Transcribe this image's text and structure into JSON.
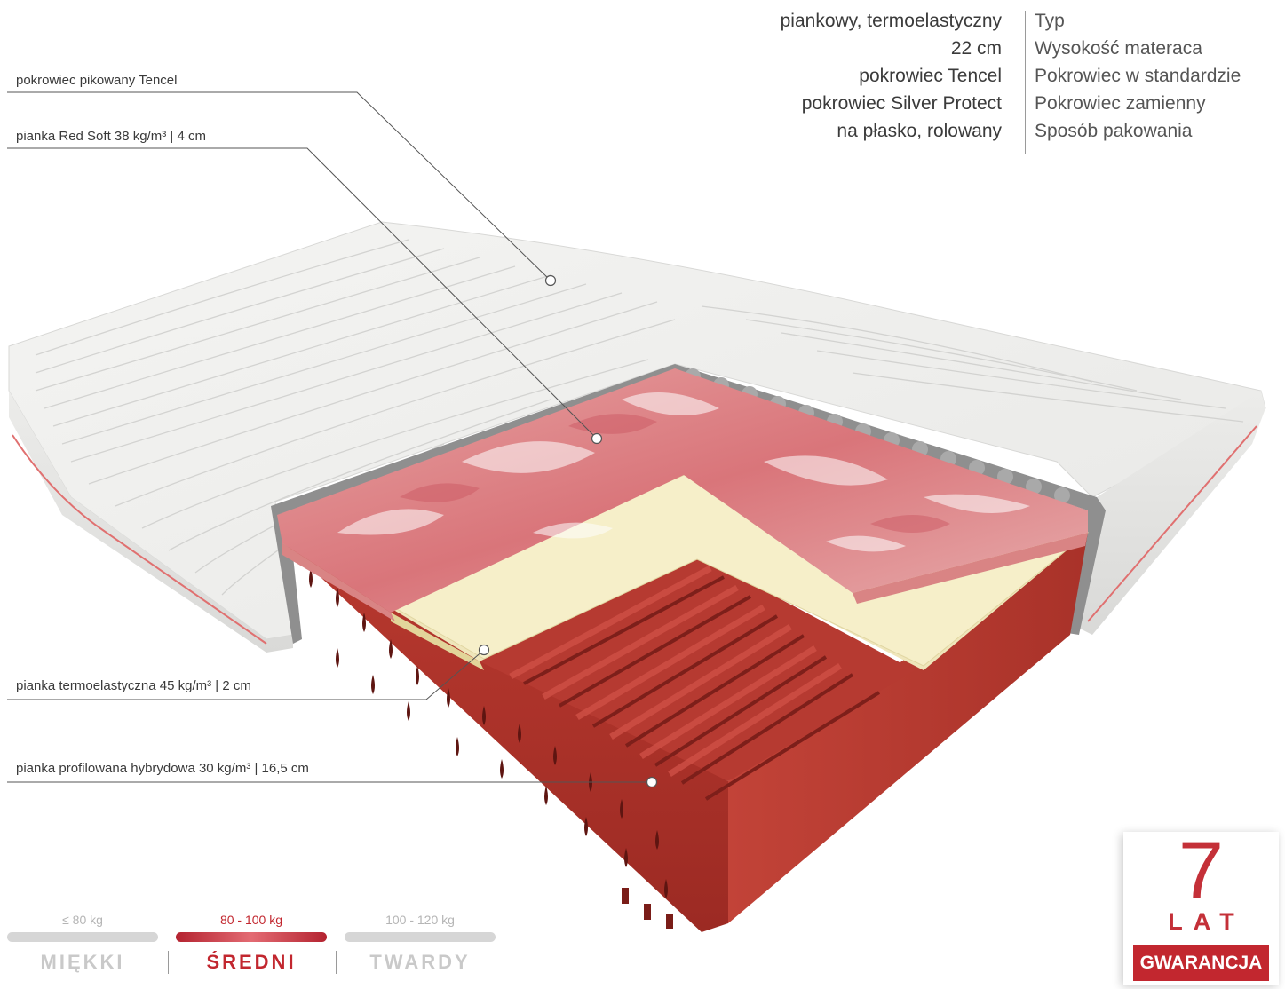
{
  "specs": [
    {
      "value": "piankowy, termoelastyczny",
      "label": "Typ"
    },
    {
      "value": "22 cm",
      "label": "Wysokość materaca"
    },
    {
      "value": "pokrowiec Tencel",
      "label": "Pokrowiec w standardzie"
    },
    {
      "value": "pokrowiec Silver Protect",
      "label": "Pokrowiec zamienny"
    },
    {
      "value": "na płasko, rolowany",
      "label": "Sposób pakowania"
    }
  ],
  "callouts": {
    "cover": "pokrowiec pikowany Tencel",
    "red_soft": "pianka Red Soft 38 kg/m³ | 4 cm",
    "thermo": "pianka termoelastyczna 45 kg/m³ | 2 cm",
    "profiled": "pianka profilowana hybrydowa 30 kg/m³ | 16,5 cm"
  },
  "firmness": {
    "soft": {
      "name": "MIĘKKI",
      "weight": "≤ 80 kg"
    },
    "medium": {
      "name": "ŚREDNI",
      "weight": "80 - 100 kg"
    },
    "hard": {
      "name": "TWARDY",
      "weight": "100 - 120 kg"
    },
    "selected": "medium"
  },
  "guarantee": {
    "number": "7",
    "unit": "LAT",
    "label": "GWARANCJA"
  },
  "colors": {
    "accent": "#c2272f",
    "foam_red": "#b3352f",
    "foam_cream": "#f4ecc6",
    "inactive": "#d6d6d6"
  }
}
